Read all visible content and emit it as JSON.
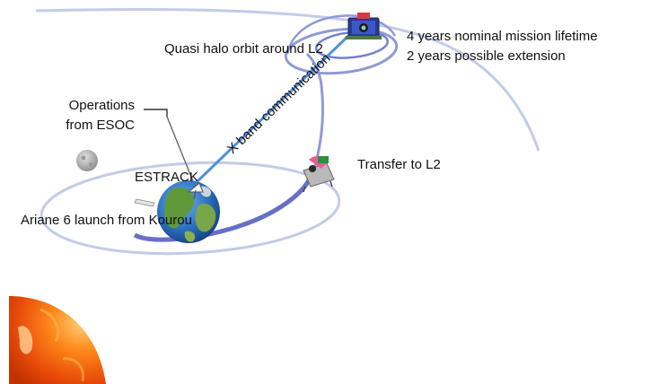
{
  "labels": {
    "halo_orbit": "Quasi halo orbit around L2",
    "lifetime_line1": "4 years nominal mission lifetime",
    "lifetime_line2": "2 years possible extension",
    "operations_line1": "Operations",
    "operations_line2": "from ESOC",
    "estrack": "ESTRACK",
    "x_band": "X band communication",
    "transfer": "Transfer to L2",
    "launch": "Ariane 6 launch from Kourou"
  },
  "colors": {
    "orbit_light": "#c3cbea",
    "orbit_medium": "#8f9ad6",
    "orbit_dark": "#6670c4",
    "comm_link": "#4f8fe0",
    "sun_core": "#ff8a1c",
    "sun_edge": "#d93a05",
    "earth_ocean": "#2c6fc0",
    "earth_land": "#5f9a3a",
    "moon": "#a7a7a7"
  },
  "icons": {
    "sun": "sun-icon",
    "earth": "earth-globe-icon",
    "moon": "moon-icon",
    "spacecraft_l2": "spacecraft-icon",
    "spacecraft_transfer": "spacecraft-transfer-icon",
    "ground_antenna": "ground-station-antenna-icon",
    "launcher": "rocket-icon"
  }
}
